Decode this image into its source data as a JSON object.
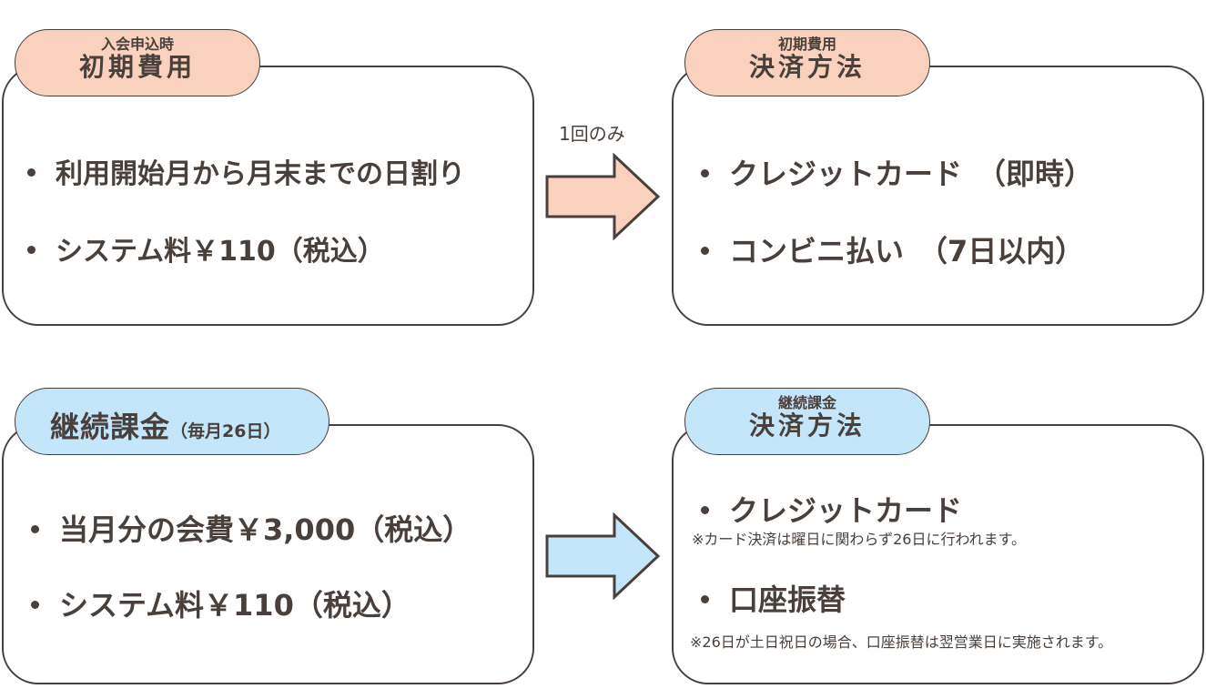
{
  "initial": {
    "tab_small": "入会申込時",
    "tab_big": "初期費用",
    "items": [
      "利用開始月から月末までの日割り",
      "システム料￥110（税込）"
    ]
  },
  "initial_payment": {
    "tab_small": "初期費用",
    "tab_big": "決済方法",
    "items": [
      "クレジットカード　（即時）",
      "コンビニ払い　（7日以内）"
    ]
  },
  "arrow_top_label": "1回のみ",
  "recurring": {
    "tab_big": "継続課金",
    "tab_suffix": "（毎月26日）",
    "items": [
      "当月分の会費￥3,000（税込）",
      "システム料￥110（税込）"
    ]
  },
  "recurring_payment": {
    "tab_small": "継続課金",
    "tab_big": "決済方法",
    "items": [
      "クレジットカード",
      "口座振替"
    ],
    "notes": [
      "※カード決済は曜日に関わらず26日に行われます。",
      "※26日が土日祝日の場合、口座振替は翌営業日に実施されます。"
    ]
  },
  "colors": {
    "peach": "#f9d1bc",
    "light_blue": "#c3e6fb",
    "outline": "#4a403b"
  }
}
